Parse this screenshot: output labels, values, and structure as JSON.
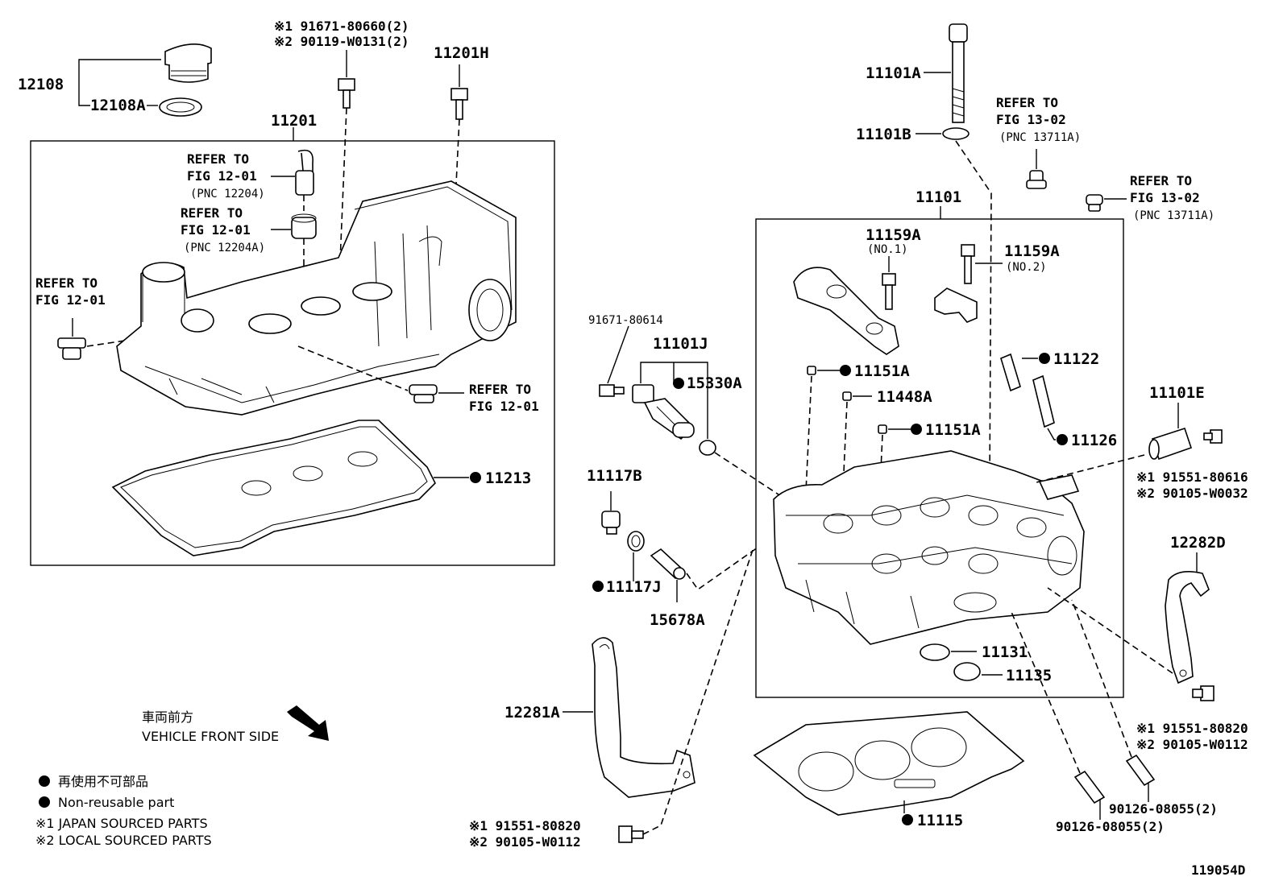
{
  "labels": {
    "p12108": "12108",
    "p12108a": "12108A",
    "p11201": "11201",
    "p11201h": "11201H",
    "p11213": "11213",
    "p91671_80614": "91671-80614",
    "p11101j": "11101J",
    "p15330a": "15330A",
    "p11117b": "11117B",
    "p11117j": "11117J",
    "p15678a": "15678A",
    "p12281a": "12281A",
    "p11101a": "11101A",
    "p11101b": "11101B",
    "p11101": "11101",
    "p11159a_1": "11159A",
    "no1": "(NO.1)",
    "p11159a_2": "11159A",
    "no2": "(NO.2)",
    "p11151a_1": "11151A",
    "p11448a": "11448A",
    "p11151a_2": "11151A",
    "p11122": "11122",
    "p11126": "11126",
    "p11101e": "11101E",
    "p12282d": "12282D",
    "p11131": "11131",
    "p11135": "11135",
    "p11115": "11115",
    "p90126_a": "90126-08055(2)",
    "p90126_b": "90126-08055(2)"
  },
  "bolt_top": {
    "l1": "※1 91671-80660(2)",
    "l2": "※2 90119-W0131(2)"
  },
  "bolt_e": {
    "l1": "※1 91551-80616",
    "l2": "※2 90105-W0032"
  },
  "bolt_d": {
    "l1": "※1 91551-80820",
    "l2": "※2 90105-W0112"
  },
  "bolt_a": {
    "l1": "※1 91551-80820",
    "l2": "※2 90105-W0112"
  },
  "refs": {
    "r_12204": {
      "l1": "REFER TO",
      "l2": "FIG 12-01",
      "l3": "(PNC 12204)"
    },
    "r_12204a": {
      "l1": "REFER TO",
      "l2": "FIG 12-01",
      "l3": "(PNC 12204A)"
    },
    "r_left": {
      "l1": "REFER TO",
      "l2": "FIG 12-01"
    },
    "r_plug": {
      "l1": "REFER TO",
      "l2": "FIG 12-01"
    },
    "r_13711a_1": {
      "l1": "REFER TO",
      "l2": "FIG 13-02",
      "l3": "(PNC 13711A)"
    },
    "r_13711a_2": {
      "l1": "REFER TO",
      "l2": "FIG 13-02",
      "l3": "(PNC 13711A)"
    }
  },
  "front": {
    "jp": "車両前方",
    "en": "VEHICLE FRONT SIDE"
  },
  "legend": {
    "nonreuse_jp": "再使用不可部品",
    "nonreuse_en": "Non-reusable part",
    "japan": "※1 JAPAN SOURCED PARTS",
    "local": "※2 LOCAL SOURCED PARTS"
  },
  "figure_id": "119054D"
}
